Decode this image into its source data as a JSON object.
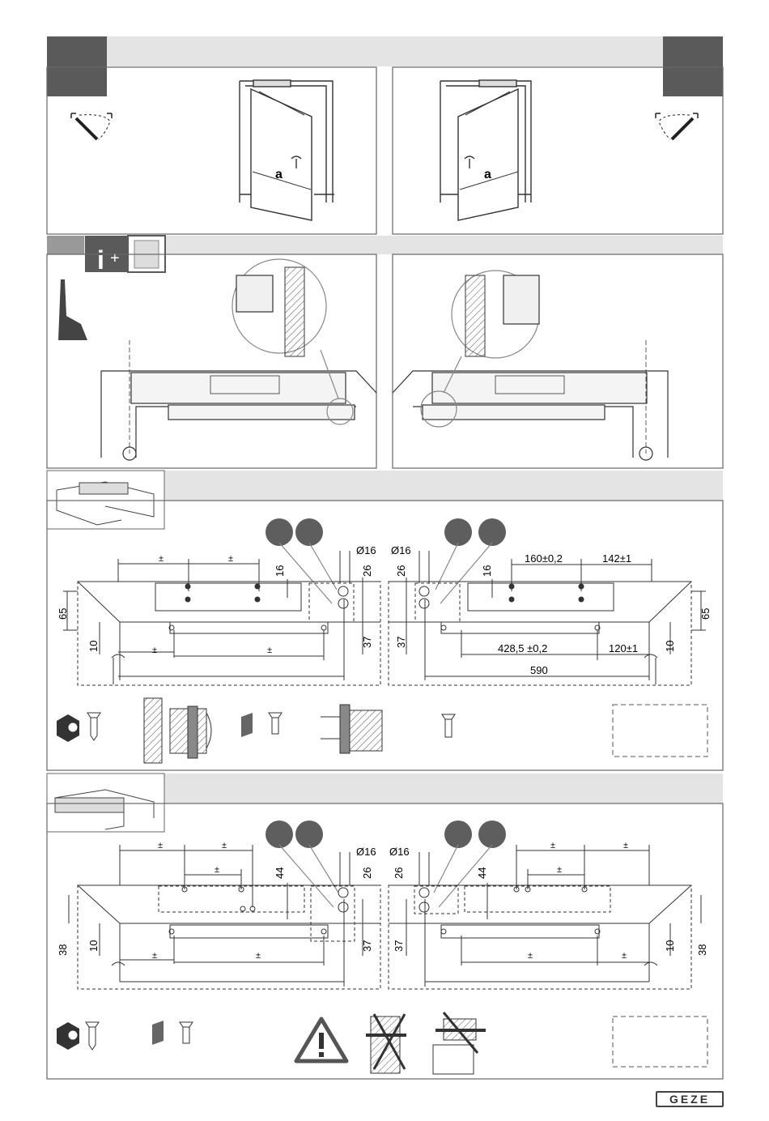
{
  "diagram": {
    "door_dimension_label": "a",
    "dim_diameter": "Ø16",
    "dim_16": "16",
    "dim_26": "26",
    "dim_37": "37",
    "dim_10": "10",
    "dim_65": "65",
    "dim_38": "38",
    "dim_44": "44",
    "dim_160": "160±0,2",
    "dim_142": "142±1",
    "dim_428": "428,5 ±0,2",
    "dim_120": "120±1",
    "dim_590": "590",
    "tolerance_symbol": "±"
  },
  "colors": {
    "tab_dark": "#5a5a5a",
    "band_grey": "#e4e4e4",
    "circle_grey": "#5e5e5e",
    "line": "#333333"
  },
  "icons": [
    "door-outline-icon",
    "swing-left-icon",
    "swing-right-icon",
    "info-plus-icon",
    "pen-icon",
    "wood-screw-icon",
    "metal-screw-icon",
    "warning-icon",
    "no-drill-icon"
  ],
  "brand": {
    "logo_text": "GEZE"
  }
}
